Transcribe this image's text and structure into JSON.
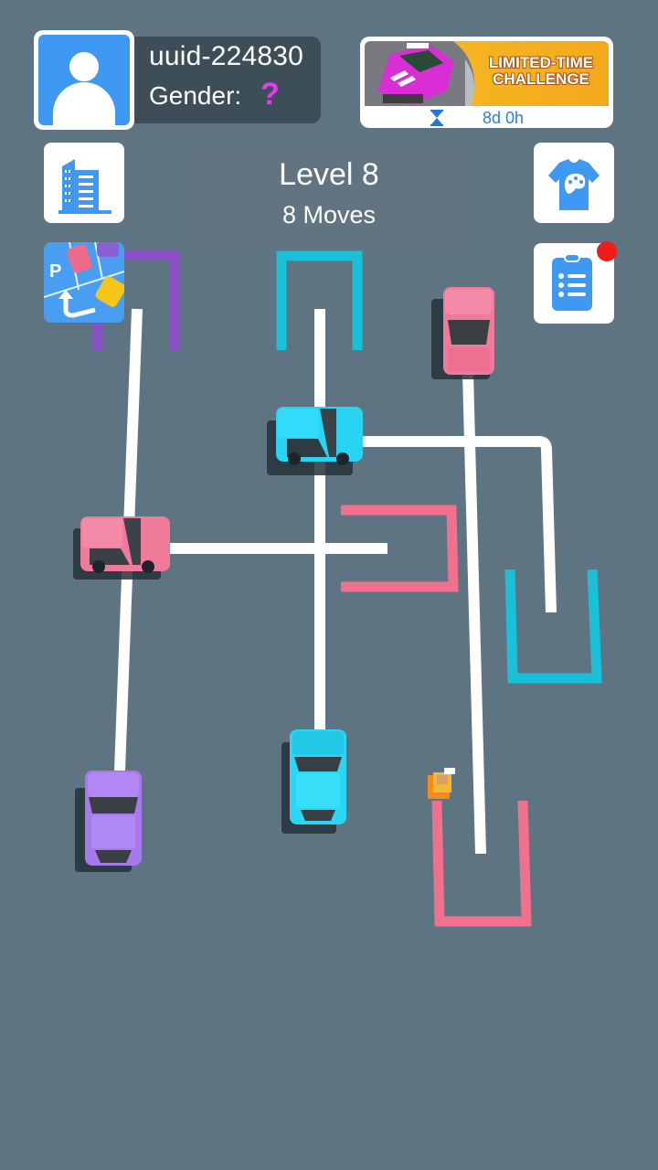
{
  "profile": {
    "user_id": "uuid-224830",
    "gender_label": "Gender:",
    "gender_value": "?",
    "avatar_icon": "user-silhouette-icon"
  },
  "challenge": {
    "title_line1": "LIMITED-TIME",
    "title_line2": "CHALLENGE",
    "timer_icon": "hourglass-icon",
    "time_remaining": "8d 0h"
  },
  "level": {
    "title": "Level 8",
    "moves": "8 Moves"
  },
  "side_buttons": {
    "left": [
      {
        "name": "city-button",
        "icon": "building-icon"
      },
      {
        "name": "parking-game-button",
        "icon": "parking-lot-icon"
      }
    ],
    "right": [
      {
        "name": "skins-button",
        "icon": "tshirt-palette-icon"
      },
      {
        "name": "tasks-button",
        "icon": "clipboard-list-icon",
        "has_notification": true
      }
    ]
  },
  "colors": {
    "background": "#5f7482",
    "path": "#ffffff",
    "pink": "#f0708e",
    "cyan": "#18c0d8",
    "purple": "#8a4fc9",
    "accent_blue": "#3f98f2",
    "notification": "#f01c1c"
  },
  "board": {
    "cars": [
      {
        "id": "pink-car-top",
        "color": "pink",
        "orientation": "vertical"
      },
      {
        "id": "cyan-car-middle",
        "color": "cyan",
        "orientation": "horizontal"
      },
      {
        "id": "pink-car-left",
        "color": "pink",
        "orientation": "horizontal"
      },
      {
        "id": "purple-car",
        "color": "purple",
        "orientation": "vertical"
      },
      {
        "id": "cyan-car-bottom",
        "color": "cyan",
        "orientation": "vertical"
      }
    ],
    "parking_spots": [
      {
        "id": "purple-spot",
        "color": "purple"
      },
      {
        "id": "cyan-spot-top",
        "color": "cyan"
      },
      {
        "id": "pink-spot-middle",
        "color": "pink"
      },
      {
        "id": "cyan-spot-right",
        "color": "cyan"
      },
      {
        "id": "pink-spot-bottom",
        "color": "pink"
      }
    ],
    "obstacle": {
      "id": "boxes-obstacle",
      "icon": "stacked-boxes-icon"
    }
  }
}
